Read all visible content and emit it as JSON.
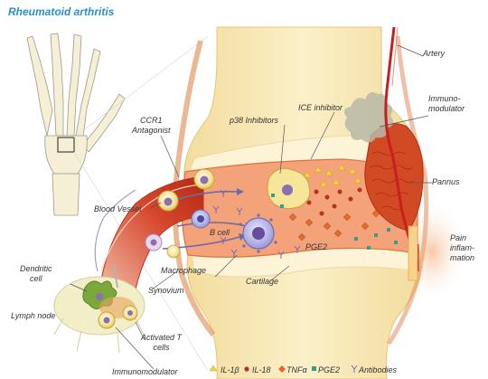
{
  "title": "Rheumatoid arthritis",
  "colors": {
    "title": "#2a8fc9",
    "bone": "#f6e5b0",
    "cartilage": "#fdf4d8",
    "synovial_fluid": "#f2a070",
    "pannus": "#d24a24",
    "artery": "#c81e1e",
    "vessel": "#d8432a",
    "lymph_node": "#f1eec8"
  },
  "labels": {
    "artery": "Artery",
    "immunomodulator_top": "Immuno-\nmodulator",
    "pannus": "Pannus",
    "pain": "Pain\ninflam-\nmation",
    "ccr1": "CCR1\nAntagonist",
    "p38": "p38 Inhibitors",
    "ice": "ICE inhibitor",
    "blood_vessel": "Blood Vessel",
    "b_cell": "B cell",
    "pge2_mid": "PGE2",
    "macrophage": "Macrophage",
    "cartilage": "Cartilage",
    "synovium": "Synovium",
    "dendritic": "Dendritic\ncell",
    "lymph_node": "Lymph node",
    "activated_t": "Activated T\ncells",
    "immunomodulator_bottom": "Immunomodulator"
  },
  "legend": [
    {
      "label": "IL-1β",
      "icon": "triangle-icon"
    },
    {
      "label": "IL-18",
      "icon": "circle-icon"
    },
    {
      "label": "TNFα",
      "icon": "diamond-icon"
    },
    {
      "label": "PGE2",
      "icon": "square-icon"
    },
    {
      "label": "Antibodies",
      "icon": "antibody-icon"
    }
  ]
}
